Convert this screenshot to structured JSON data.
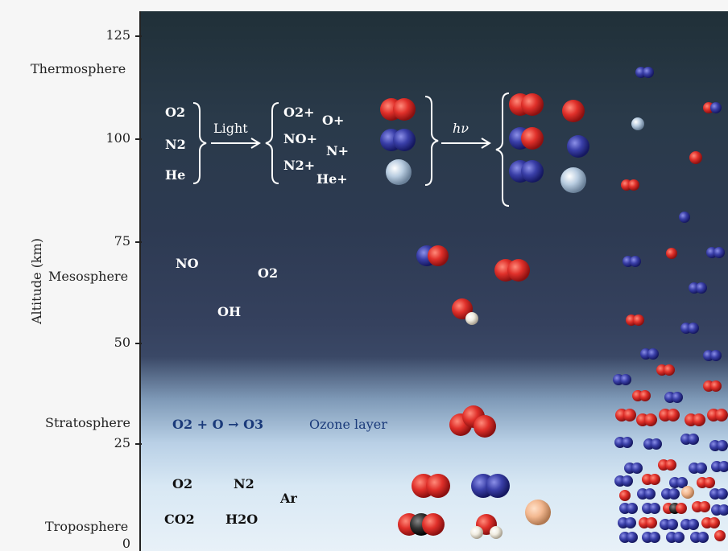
{
  "axis": {
    "ylabel": "Altitude (km)",
    "ticks": [
      "125",
      "100",
      "75",
      "50",
      "25",
      "0"
    ]
  },
  "layers": {
    "thermo": "Thermosphere",
    "meso": "Mesosphere",
    "strato": "Stratosphere",
    "tropo": "Troposphere"
  },
  "thermo_block": {
    "neutral": [
      "O2",
      "N2",
      "He"
    ],
    "arrow1": "Light",
    "ions_left": [
      "O2+",
      "NO+",
      "N2+"
    ],
    "ions_right": [
      "O+",
      "N+",
      "He+"
    ],
    "arrow2": "hν"
  },
  "meso_species": [
    "NO",
    "O2",
    "OH"
  ],
  "strato": {
    "reaction": "O2 + O → O3",
    "ozone": "Ozone layer"
  },
  "tropo_species": [
    "O2",
    "N2",
    "Ar",
    "CO2",
    "H2O"
  ],
  "colors": {
    "oxygen": "#e0302a",
    "nitrogen": "#3a3fa8",
    "helium": "#b8cce0",
    "carbon": "#333333",
    "hydrogen": "#f0ece0",
    "argon": "#f3b890"
  }
}
